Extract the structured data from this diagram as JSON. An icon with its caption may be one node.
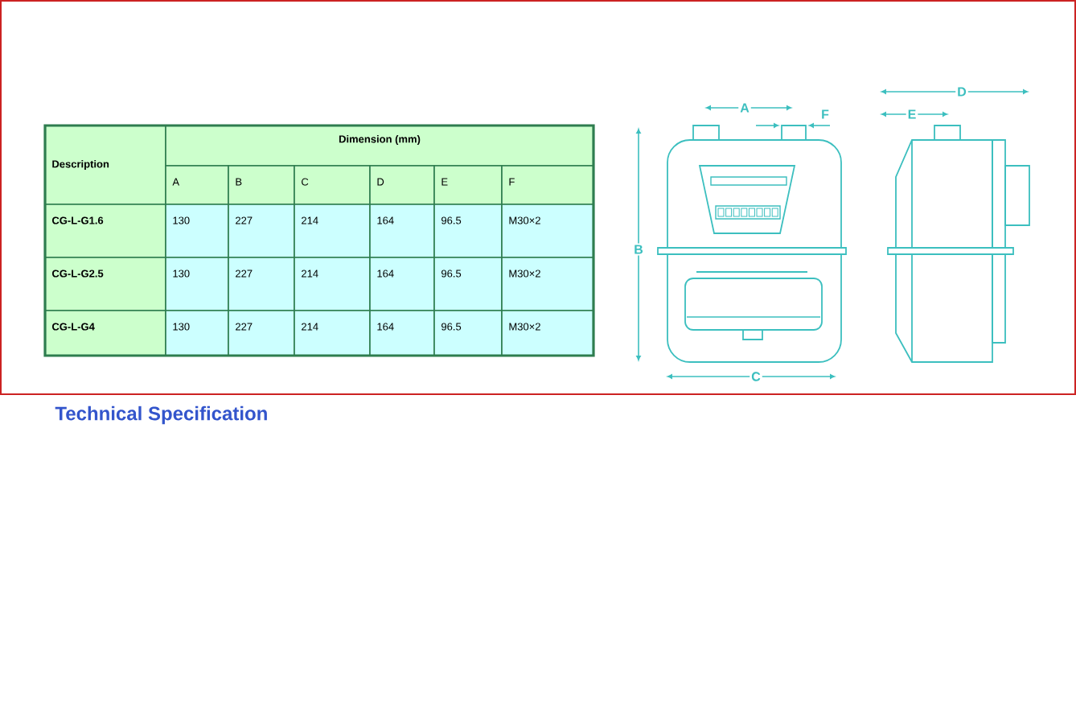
{
  "diagram": {
    "labels": [
      "Description",
      "Dimension (mm)",
      "A",
      "B",
      "C",
      "D",
      "E",
      "F",
      "CG-L-G1.6",
      "130",
      "227",
      "214",
      "164",
      "96.5",
      "M30×2",
      "CG-L-G2.5",
      "130",
      "227",
      "214",
      "164",
      "96.5",
      "M30×2",
      "CG-L-G4",
      "130",
      "227",
      "214",
      "164",
      "96.5",
      "M30×2",
      "A",
      "F",
      "D",
      "E",
      "B",
      "C",
      "Technical Specification"
    ]
  }
}
